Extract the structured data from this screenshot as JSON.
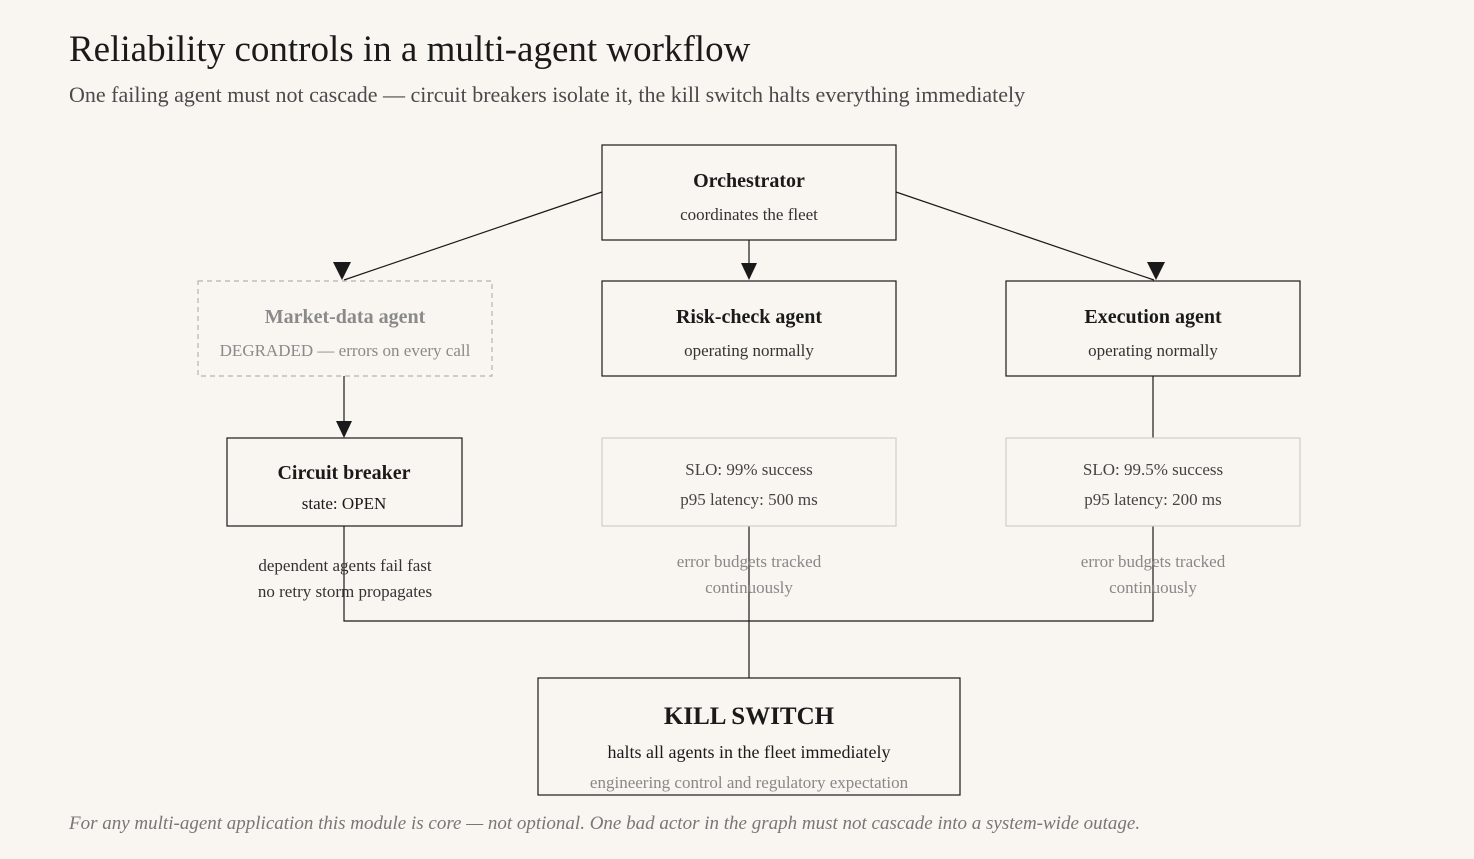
{
  "title": "Reliability controls in a multi-agent workflow",
  "subtitle": "One failing agent must not cascade — circuit breakers isolate it, the kill switch halts everything immediately",
  "footnote": "For any multi-agent application this module is core — not optional. One bad actor in the graph must not cascade into a system-wide outage.",
  "nodes": {
    "orchestrator": {
      "title": "Orchestrator",
      "subtitle": "coordinates the fleet"
    },
    "market_data": {
      "title": "Market-data agent",
      "subtitle": "DEGRADED — errors on every call"
    },
    "risk_check": {
      "title": "Risk-check agent",
      "subtitle": "operating normally"
    },
    "execution": {
      "title": "Execution agent",
      "subtitle": "operating normally"
    },
    "circuit_breaker": {
      "title": "Circuit breaker",
      "subtitle": "state: OPEN"
    },
    "slo_risk": {
      "line1": "SLO: 99% success",
      "line2": "p95 latency: 500 ms"
    },
    "slo_exec": {
      "line1": "SLO: 99.5% success",
      "line2": "p95 latency: 200 ms"
    },
    "kill_switch": {
      "title": "KILL SWITCH",
      "line1": "halts all agents in the fleet immediately",
      "line2": "engineering control and regulatory expectation"
    }
  },
  "notes": {
    "breaker": [
      "dependent agents fail fast",
      "no retry storm propagates"
    ],
    "risk_budget": [
      "error budgets tracked",
      "continuously"
    ],
    "exec_budget": [
      "error budgets tracked",
      "continuously"
    ]
  },
  "colors": {
    "background": "#f9f5f0",
    "stroke": "#1a1a1a",
    "degraded": "#8a8a8a",
    "muted_box": "#cfcfcf",
    "muted_text": "#888888"
  }
}
